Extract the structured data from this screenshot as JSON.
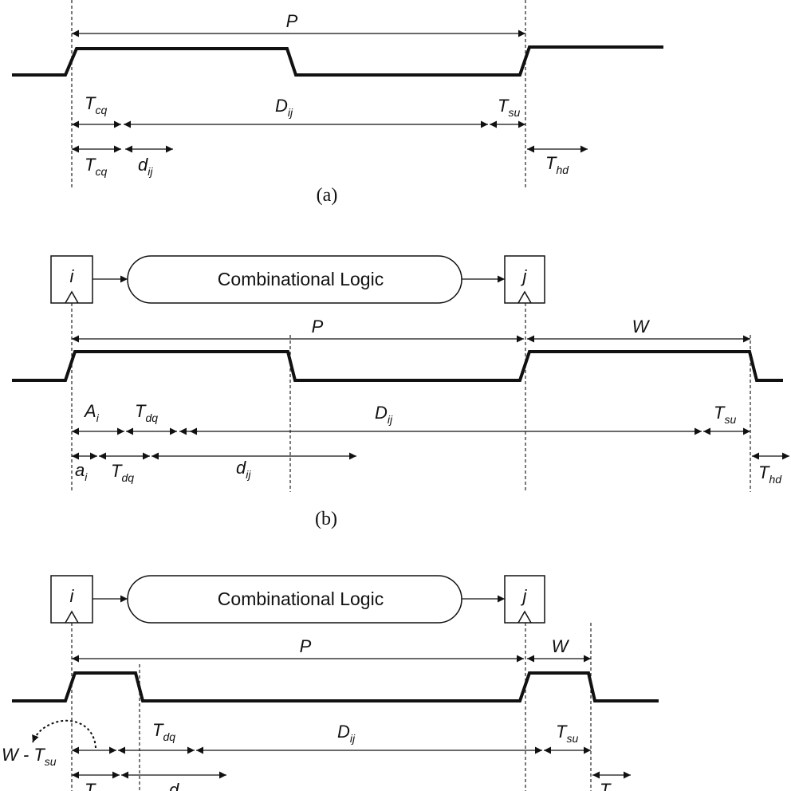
{
  "panels": {
    "a": {
      "caption": "(a)",
      "P": "P",
      "Tcq1": {
        "main": "T",
        "sub": "cq"
      },
      "Dij": {
        "main": "D",
        "sub": "ij"
      },
      "Tsu": {
        "main": "T",
        "sub": "su"
      },
      "Tcq2": {
        "main": "T",
        "sub": "cq"
      },
      "dij": {
        "main": "d",
        "sub": "ij"
      },
      "Thd": {
        "main": "T",
        "sub": "hd"
      }
    },
    "b": {
      "caption": "(b)",
      "reg_i": "i",
      "reg_j": "j",
      "logic": "Combinational Logic",
      "P": "P",
      "W": "W",
      "Ai": {
        "main": "A",
        "sub": "i"
      },
      "Tdq1": {
        "main": "T",
        "sub": "dq"
      },
      "Dij": {
        "main": "D",
        "sub": "ij"
      },
      "Tsu": {
        "main": "T",
        "sub": "su"
      },
      "ai": {
        "main": "a",
        "sub": "i"
      },
      "Tdq2": {
        "main": "T",
        "sub": "dq"
      },
      "dij": {
        "main": "d",
        "sub": "ij"
      },
      "Thd": {
        "main": "T",
        "sub": "hd"
      }
    },
    "c": {
      "reg_i": "i",
      "reg_j": "j",
      "logic": "Combinational Logic",
      "P": "P",
      "W": "W",
      "WTsu": {
        "prefix": "W - T",
        "sub": "su"
      },
      "Tdq": {
        "main": "T",
        "sub": "dq"
      },
      "Dij": {
        "main": "D",
        "sub": "ij"
      },
      "Tsu": {
        "main": "T",
        "sub": "su"
      },
      "Tbottom1": "T",
      "dbottom": "d",
      "Tbottom2": "T"
    }
  }
}
